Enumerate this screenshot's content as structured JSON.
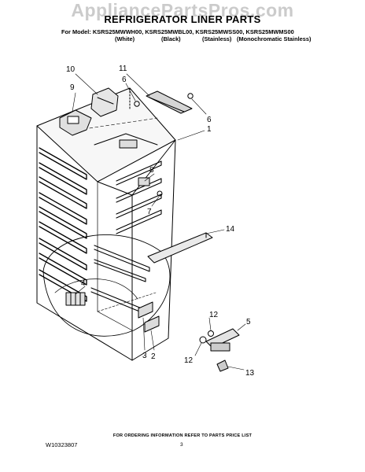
{
  "watermark": "AppliancePartsPros.com",
  "title": "REFRIGERATOR LINER PARTS",
  "models_line": "For Model: KSRS25MWWH00, KSRS25MWBL00, KSRS25MWSS00, KSRS25MWMS00",
  "variants": [
    "(White)",
    "(Black)",
    "(Stainless)",
    "(Monochromatic Stainless)"
  ],
  "callouts": [
    "10",
    "9",
    "11",
    "6",
    "6",
    "1",
    "8",
    "7",
    "14",
    "4",
    "12",
    "5",
    "12",
    "3",
    "2",
    "13"
  ],
  "footer": {
    "order_note": "FOR ORDERING INFORMATION REFER TO PARTS PRICE LIST",
    "doc_number": "W10323807",
    "page_number": "3"
  }
}
